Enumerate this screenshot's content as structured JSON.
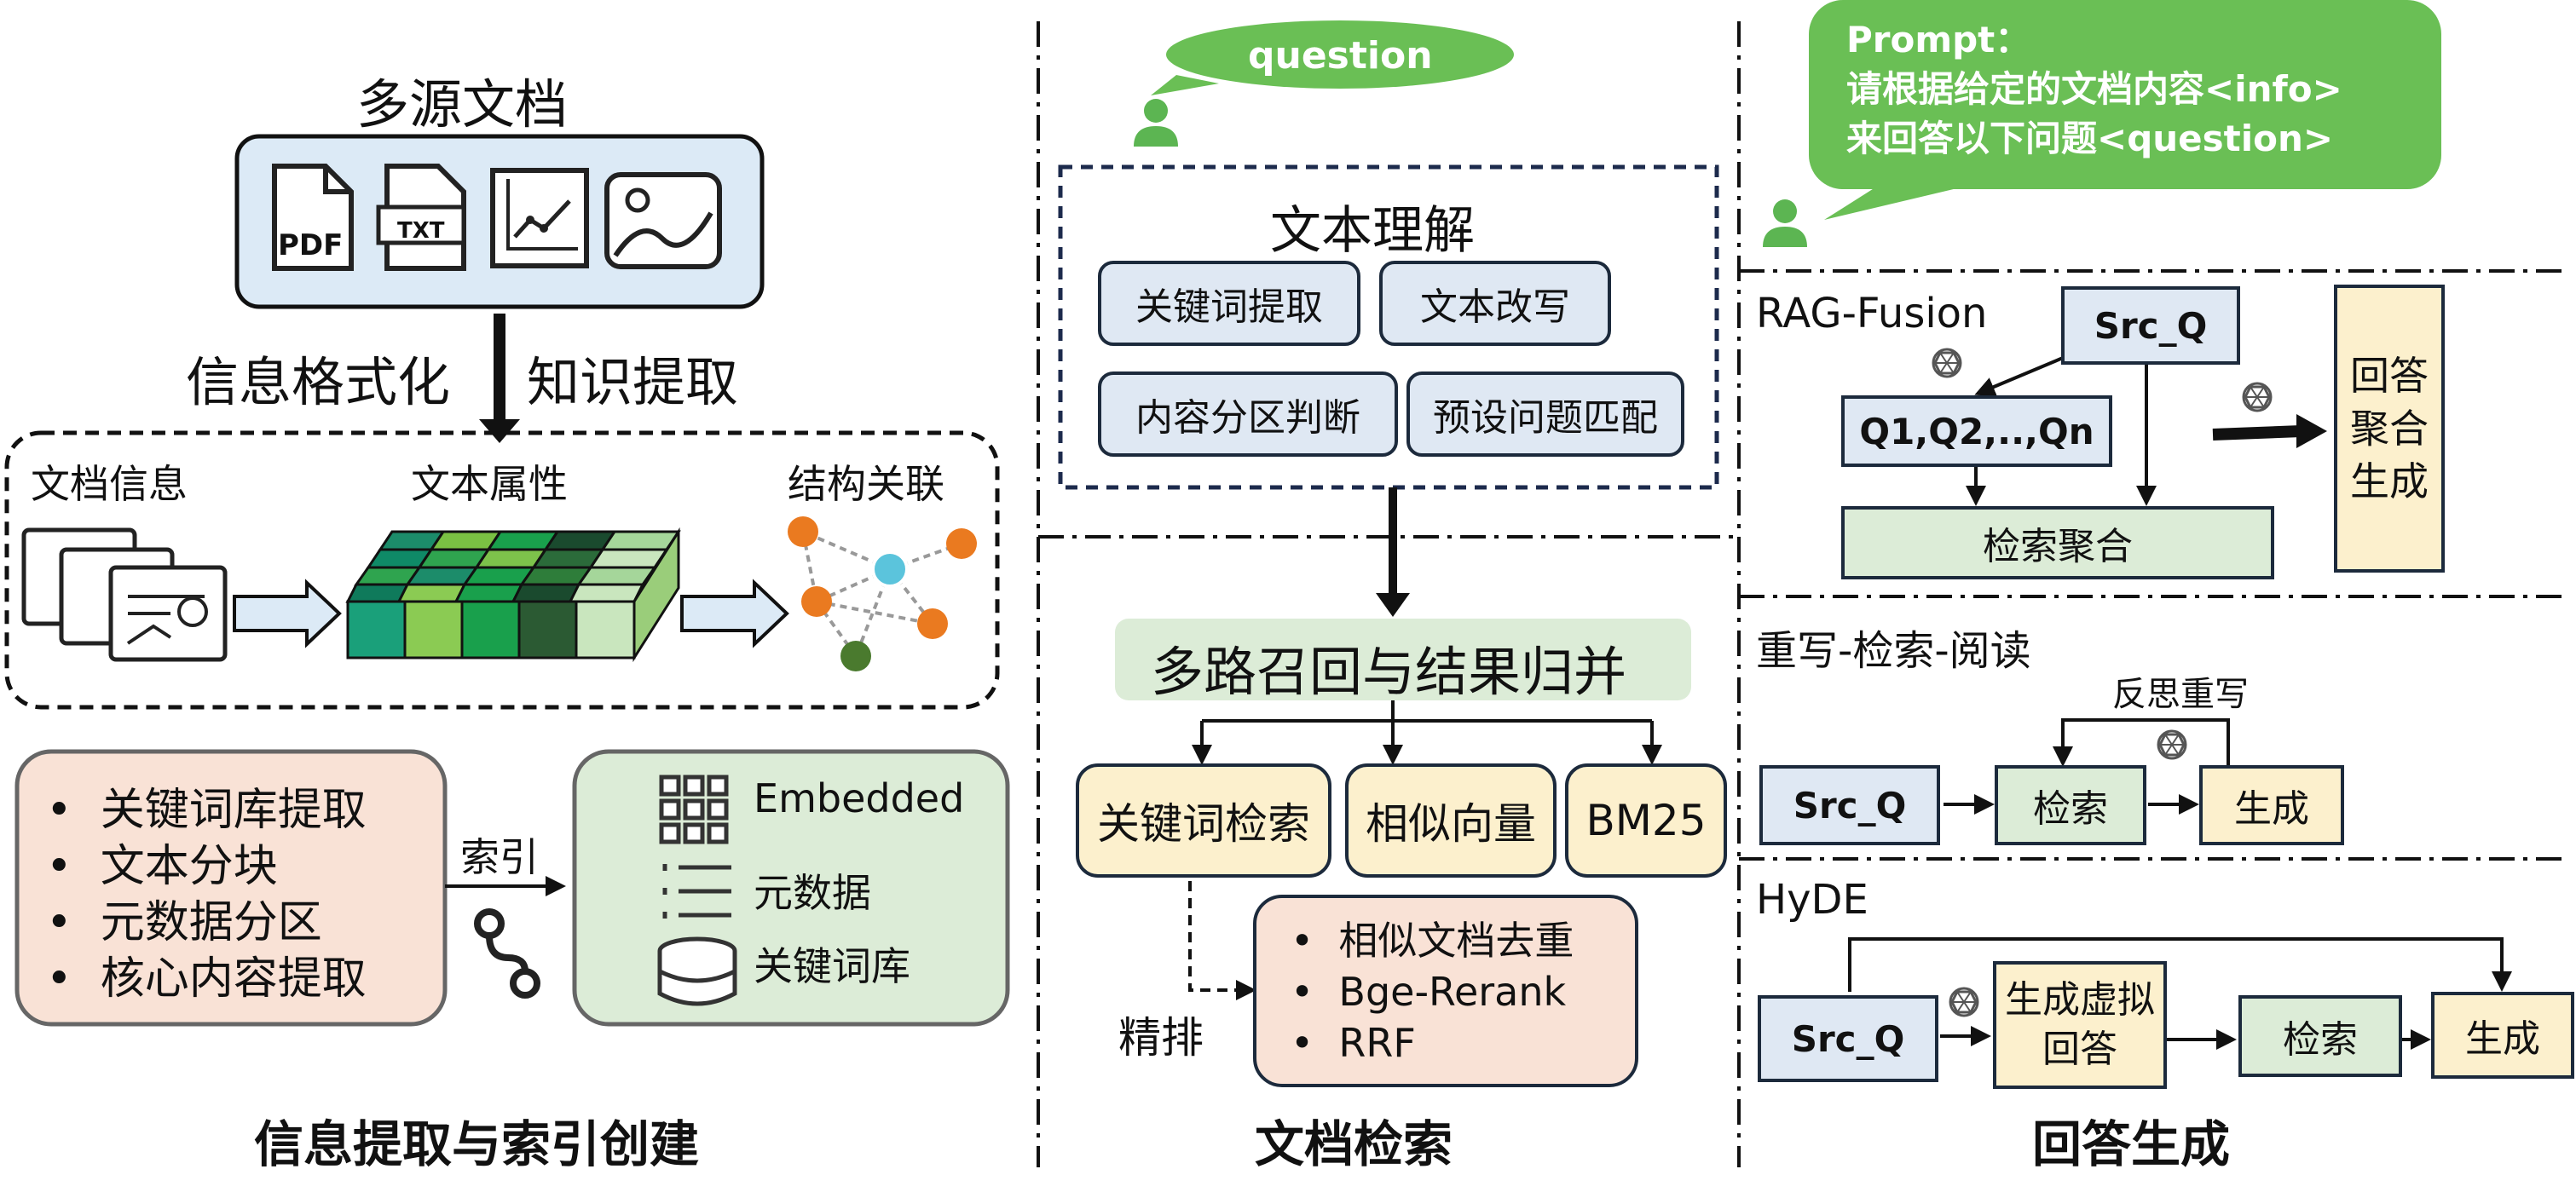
{
  "left": {
    "multi_source": "多源文档",
    "pdf_icon_label": "PDF",
    "txt_icon_label": "TXT",
    "format_label": "信息格式化",
    "extract_label": "知识提取",
    "doc_info": "文档信息",
    "text_attr": "文本属性",
    "struct_link": "结构关联",
    "bullets": [
      "关键词库提取",
      "文本分块",
      "元数据分区",
      "核心内容提取"
    ],
    "index_label": "索引",
    "index_items": [
      "Embedded",
      "元数据",
      "关键词库"
    ],
    "section_title": "信息提取与索引创建"
  },
  "middle": {
    "question": "question",
    "text_understanding": "文本理解",
    "understanding_items": [
      "关键词提取",
      "文本改写",
      "内容分区判断",
      "预设问题匹配"
    ],
    "multi_recall": "多路召回与结果归并",
    "recall_items": [
      "关键词检索",
      "相似向量",
      "BM25"
    ],
    "rerank_label": "精排",
    "rerank_items": [
      "相似文档去重",
      "Bge-Rerank",
      "RRF"
    ],
    "section_title": "文档检索"
  },
  "right": {
    "prompt_lines": [
      "Prompt：",
      "请根据给定的文档内容<info>",
      "来回答以下问题<question>"
    ],
    "rag_fusion": {
      "label": "RAG-Fusion",
      "src": "Src_Q",
      "queries": "Q1,Q2,..,Qn",
      "aggregate": "检索聚合",
      "answer_lines": [
        "回答",
        "聚合",
        "生成"
      ]
    },
    "rewrite": {
      "label": "重写-检索-阅读",
      "reflect": "反思重写",
      "src": "Src_Q",
      "retrieve": "检索",
      "generate": "生成"
    },
    "hyde": {
      "label": "HyDE",
      "src": "Src_Q",
      "hypo_lines": [
        "生成虚拟",
        "回答"
      ],
      "retrieve": "检索",
      "generate": "生成"
    },
    "section_title": "回答生成"
  },
  "colors": {
    "speech_green": "#66bb55",
    "box_blue": "#dfe8f3",
    "box_green": "#dcecd7",
    "box_yellow": "#fcf0cd",
    "box_pink": "#f9e2d6",
    "outline": "#1c2a3c",
    "openai_icon": "#555555"
  }
}
